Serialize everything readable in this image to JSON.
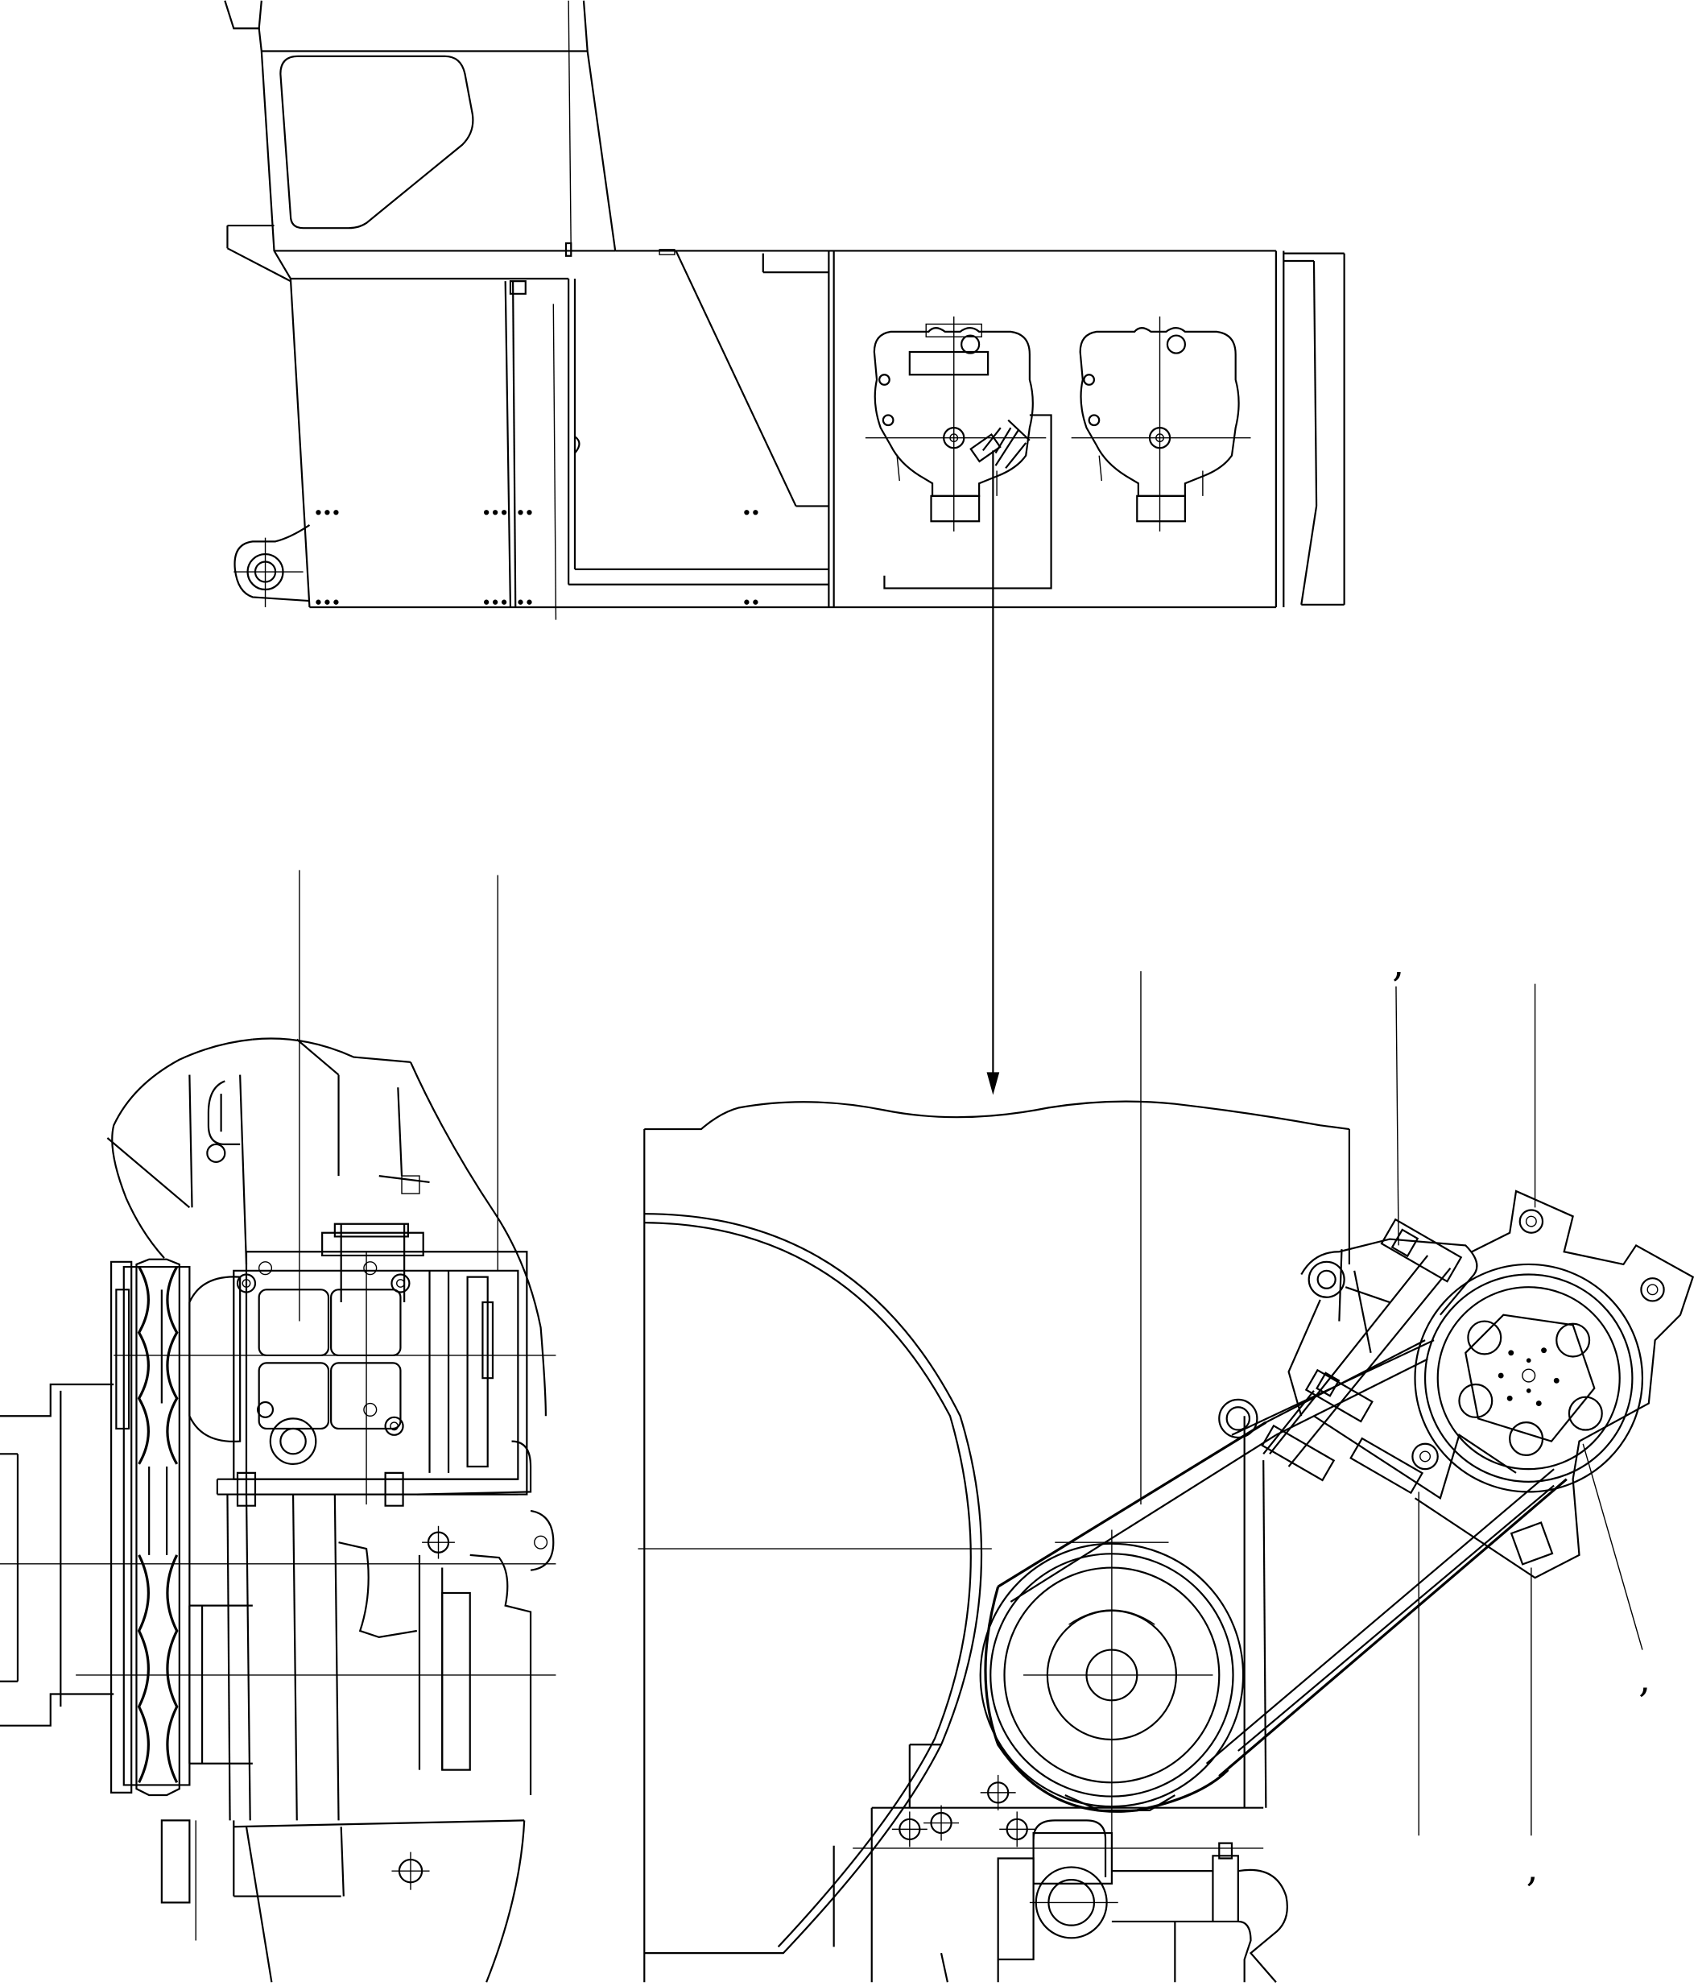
{
  "colors": {
    "ink": "#000000",
    "paper": "#ffffff"
  },
  "callouts": [
    {
      "id": "c1",
      "mark": ","
    },
    {
      "id": "c2",
      "mark": ","
    },
    {
      "id": "c3",
      "mark": ","
    }
  ]
}
